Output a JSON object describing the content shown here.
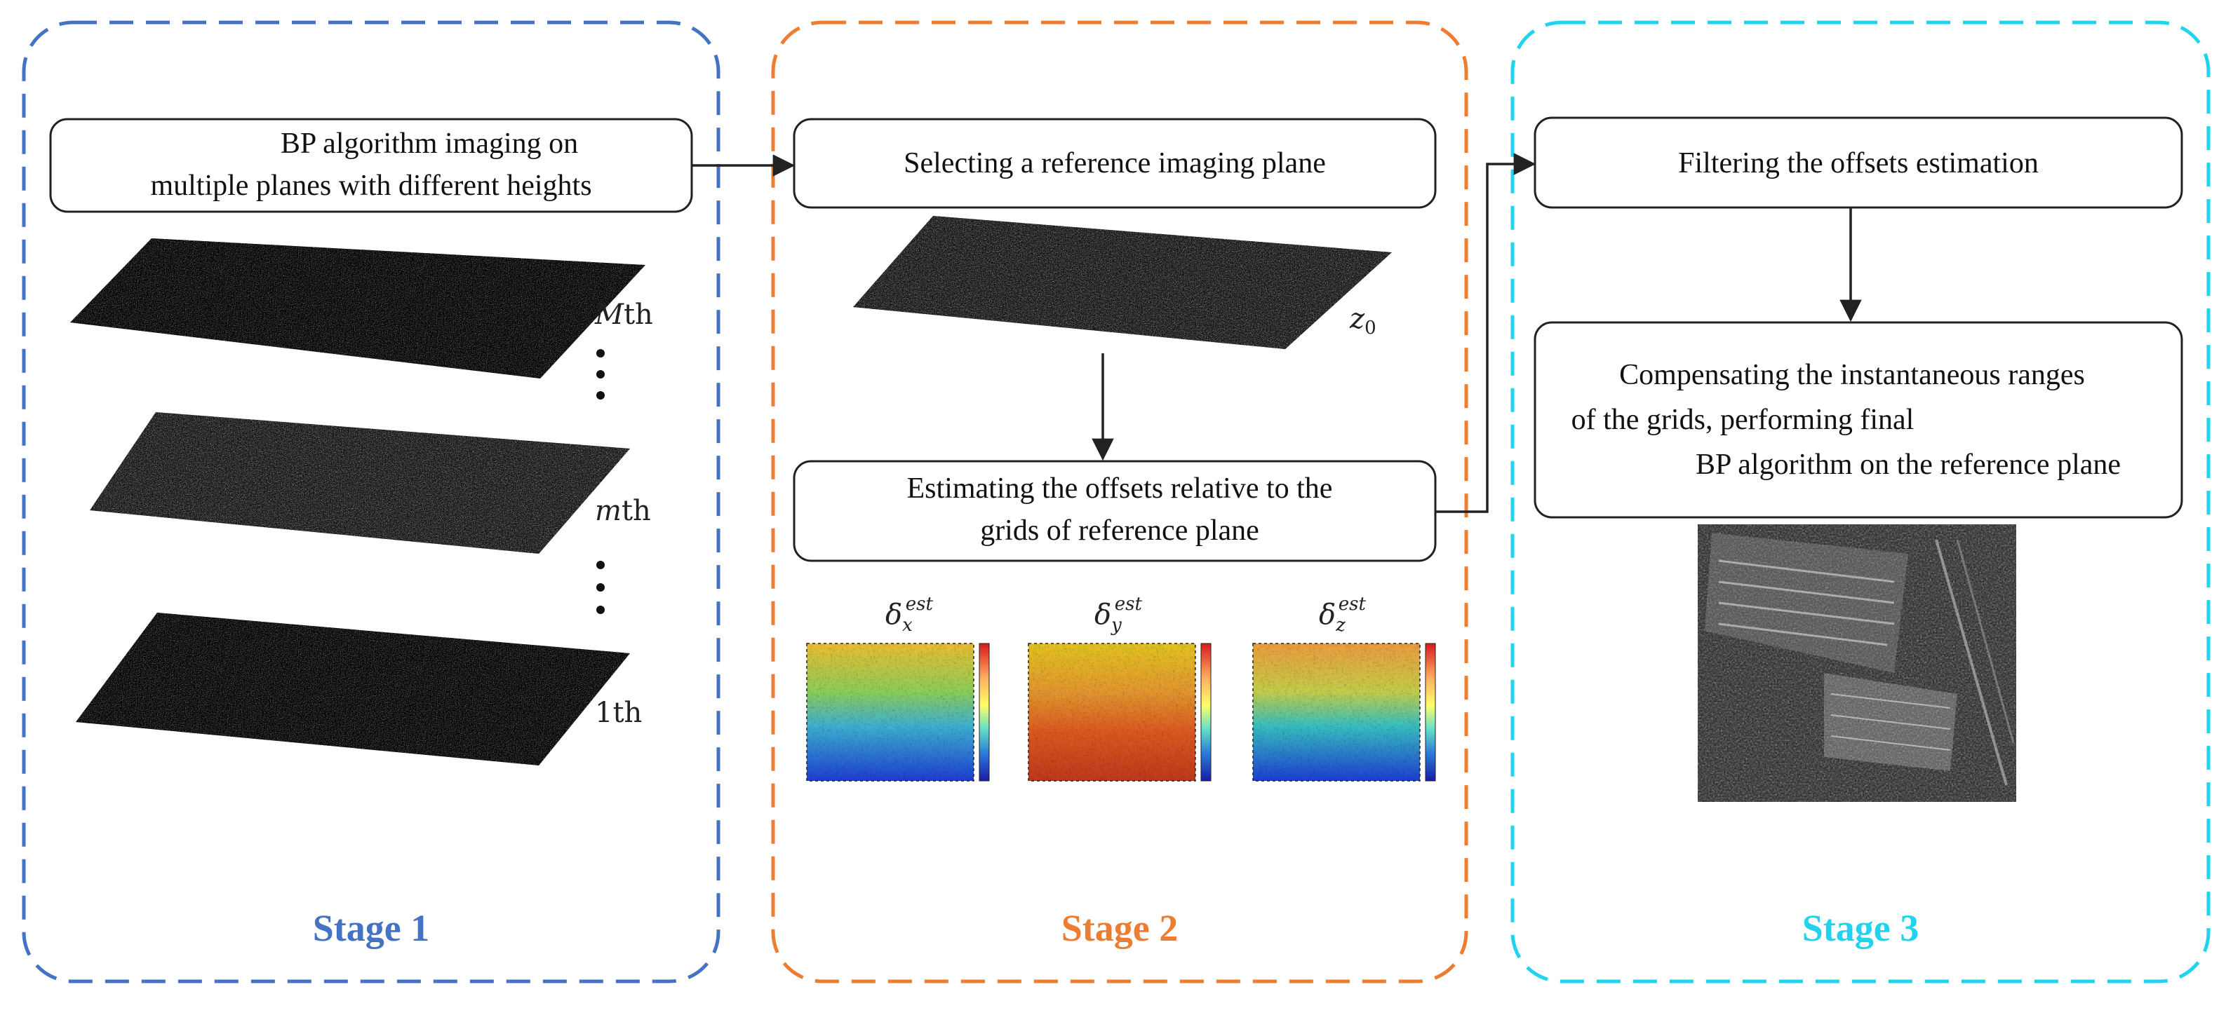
{
  "stages": [
    {
      "label": "Stage 1",
      "color": "#4472C4"
    },
    {
      "label": "Stage 2",
      "color": "#ED7D31"
    },
    {
      "label": "Stage 3",
      "color": "#22D3EE"
    }
  ],
  "stage1": {
    "box_line1": "BP algorithm imaging on",
    "box_line2": "multiple planes with different heights",
    "plane_labels": {
      "top_var": "M",
      "top_suffix": "th",
      "mid_var": "m",
      "mid_suffix": "th",
      "bottom": "1th"
    }
  },
  "stage2": {
    "box1": "Selecting a reference imaging plane",
    "plane_label_var": "z",
    "plane_label_sub": "0",
    "box2_line1": "Estimating the offsets relative to the",
    "box2_line2": "grids of reference plane",
    "offsets": [
      {
        "sym": "δ",
        "axis": "x",
        "sup": "est"
      },
      {
        "sym": "δ",
        "axis": "y",
        "sup": "est"
      },
      {
        "sym": "δ",
        "axis": "z",
        "sup": "est"
      }
    ]
  },
  "stage3": {
    "box1": "Filtering the offsets estimation",
    "box2_line1": "Compensating the instantaneous ranges",
    "box2_line2": "of the grids, performing final",
    "box2_line3": "BP algorithm on the reference plane"
  }
}
